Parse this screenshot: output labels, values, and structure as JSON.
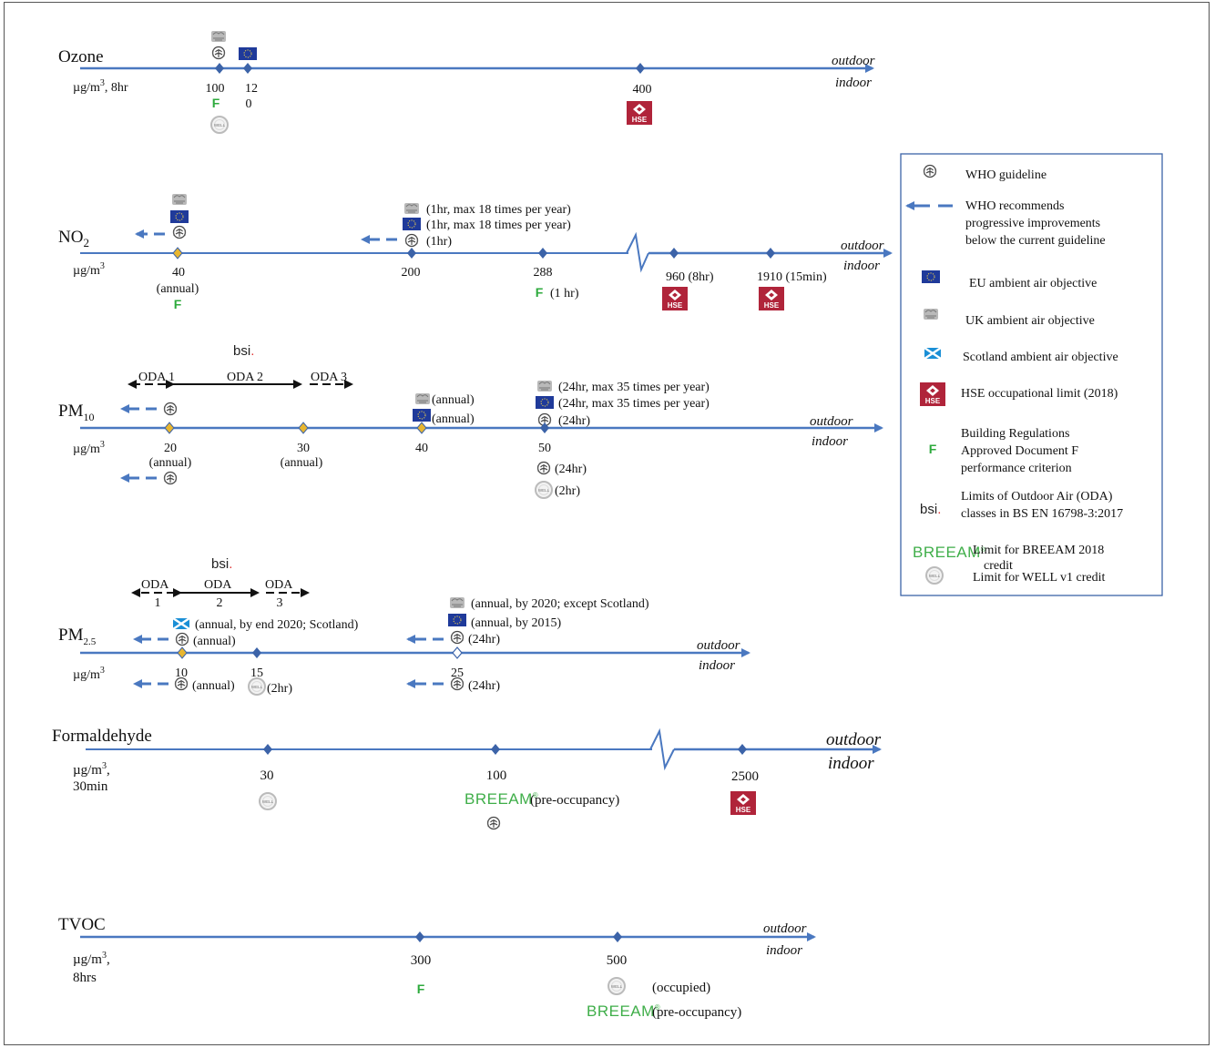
{
  "common": {
    "outdoor": "outdoor",
    "indoor": "indoor",
    "F": "F",
    "breeam": "BREEAM",
    "bsi": "bsi",
    "hse": "HSE"
  },
  "ozone": {
    "title": "Ozone",
    "unit_html": "µg/m3, 8hr",
    "v100": "100",
    "v120a": "12",
    "v120b": "0",
    "v400": "400"
  },
  "no2": {
    "title": "NO",
    "sub": "2",
    "unit": "µg/m",
    "v40": "40",
    "annual": "(annual)",
    "n1": "(1hr, max 18 times per year)",
    "n2": "(1hr, max 18 times per year)",
    "n3": "(1hr)",
    "v200": "200",
    "v288": "288",
    "f1hr": "(1 hr)",
    "v960": "960 (8hr)",
    "v1910": "1910 (15min)"
  },
  "pm10": {
    "title": "PM",
    "sub": "10",
    "unit": "µg/m",
    "oda1": "ODA 1",
    "oda2": "ODA 2",
    "oda3": "ODA 3",
    "v20": "20",
    "v30": "30",
    "v40": "40",
    "v50": "50",
    "annual": "(annual)",
    "annual2": "(annual)",
    "uk40": "(annual)",
    "eu40": "(annual)",
    "n1": "(24hr, max 35 times per year)",
    "n2": "(24hr, max 35 times per year)",
    "n3": "(24hr)",
    "n4": "(24hr)",
    "n5": "(2hr)"
  },
  "pm25": {
    "title": "PM",
    "sub": "2.5",
    "unit": "µg/m",
    "oda": "ODA",
    "o1": "1",
    "o2": "2",
    "o3": "3",
    "scot": "(annual, by end 2020; Scotland)",
    "who_annual": "(annual)",
    "uk": "(annual, by 2020; except Scotland)",
    "eu": "(annual, by 2015)",
    "who24": "(24hr)",
    "v10": "10",
    "v15": "15",
    "v25": "25",
    "low_annual": "(annual)",
    "well2hr": "(2hr)",
    "low24": "(24hr)"
  },
  "formaldehyde": {
    "title": "Formaldehyde",
    "unit1": "µg/m",
    "unit2": "30min",
    "v30": "30",
    "v100": "100",
    "v2500": "2500",
    "preocc": "(pre-occupancy)"
  },
  "tvoc": {
    "title": "TVOC",
    "unit1": "µg/m",
    "unit2": "8hrs",
    "v300": "300",
    "v500": "500",
    "occupied": "(occupied)",
    "preocc": "(pre-occupancy)"
  },
  "legend": {
    "who": "WHO guideline",
    "who_prog_1": "WHO recommends",
    "who_prog_2": "progressive improvements",
    "who_prog_3": "below the current guideline",
    "eu": "EU ambient air objective",
    "uk": "UK ambient air objective",
    "scot": "Scotland ambient air objective",
    "hse": "HSE occupational limit (2018)",
    "f1": "Building Regulations",
    "f2": "Approved Document F",
    "f3": "performance criterion",
    "bsi1": "Limits of Outdoor Air (ODA)",
    "bsi2": "classes in BS EN 16798-3:2017",
    "breeam1": "Limit for BREEAM 2018",
    "breeam2": "credit",
    "well": "Limit for WELL v1 credit"
  },
  "colors": {
    "line": "#4a78c0",
    "marker": "#3c63a8",
    "highlight_marker": "#e8b630",
    "eu_flag": "#1f3a9a",
    "hse": "#b0243a",
    "green": "#2daa3c"
  }
}
